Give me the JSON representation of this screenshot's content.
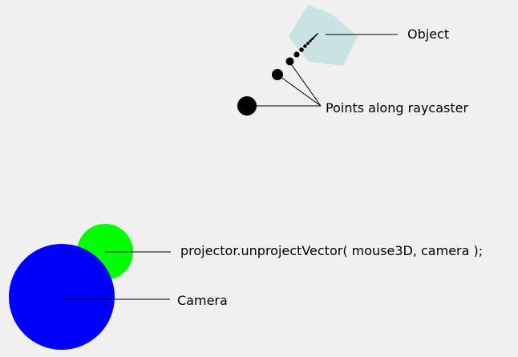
{
  "labels": {
    "object": "Object",
    "points": "Points along raycaster",
    "unproject": "projector.unprojectVector( mouse3D, camera );",
    "camera": "Camera"
  },
  "colors": {
    "background": "#f0f0f0",
    "object_fill": "#c8e3e1",
    "camera_fill": "#0000ff",
    "unprojected_fill": "#00ff00",
    "points_fill": "#000000",
    "line": "#000000",
    "text": "#000000"
  }
}
